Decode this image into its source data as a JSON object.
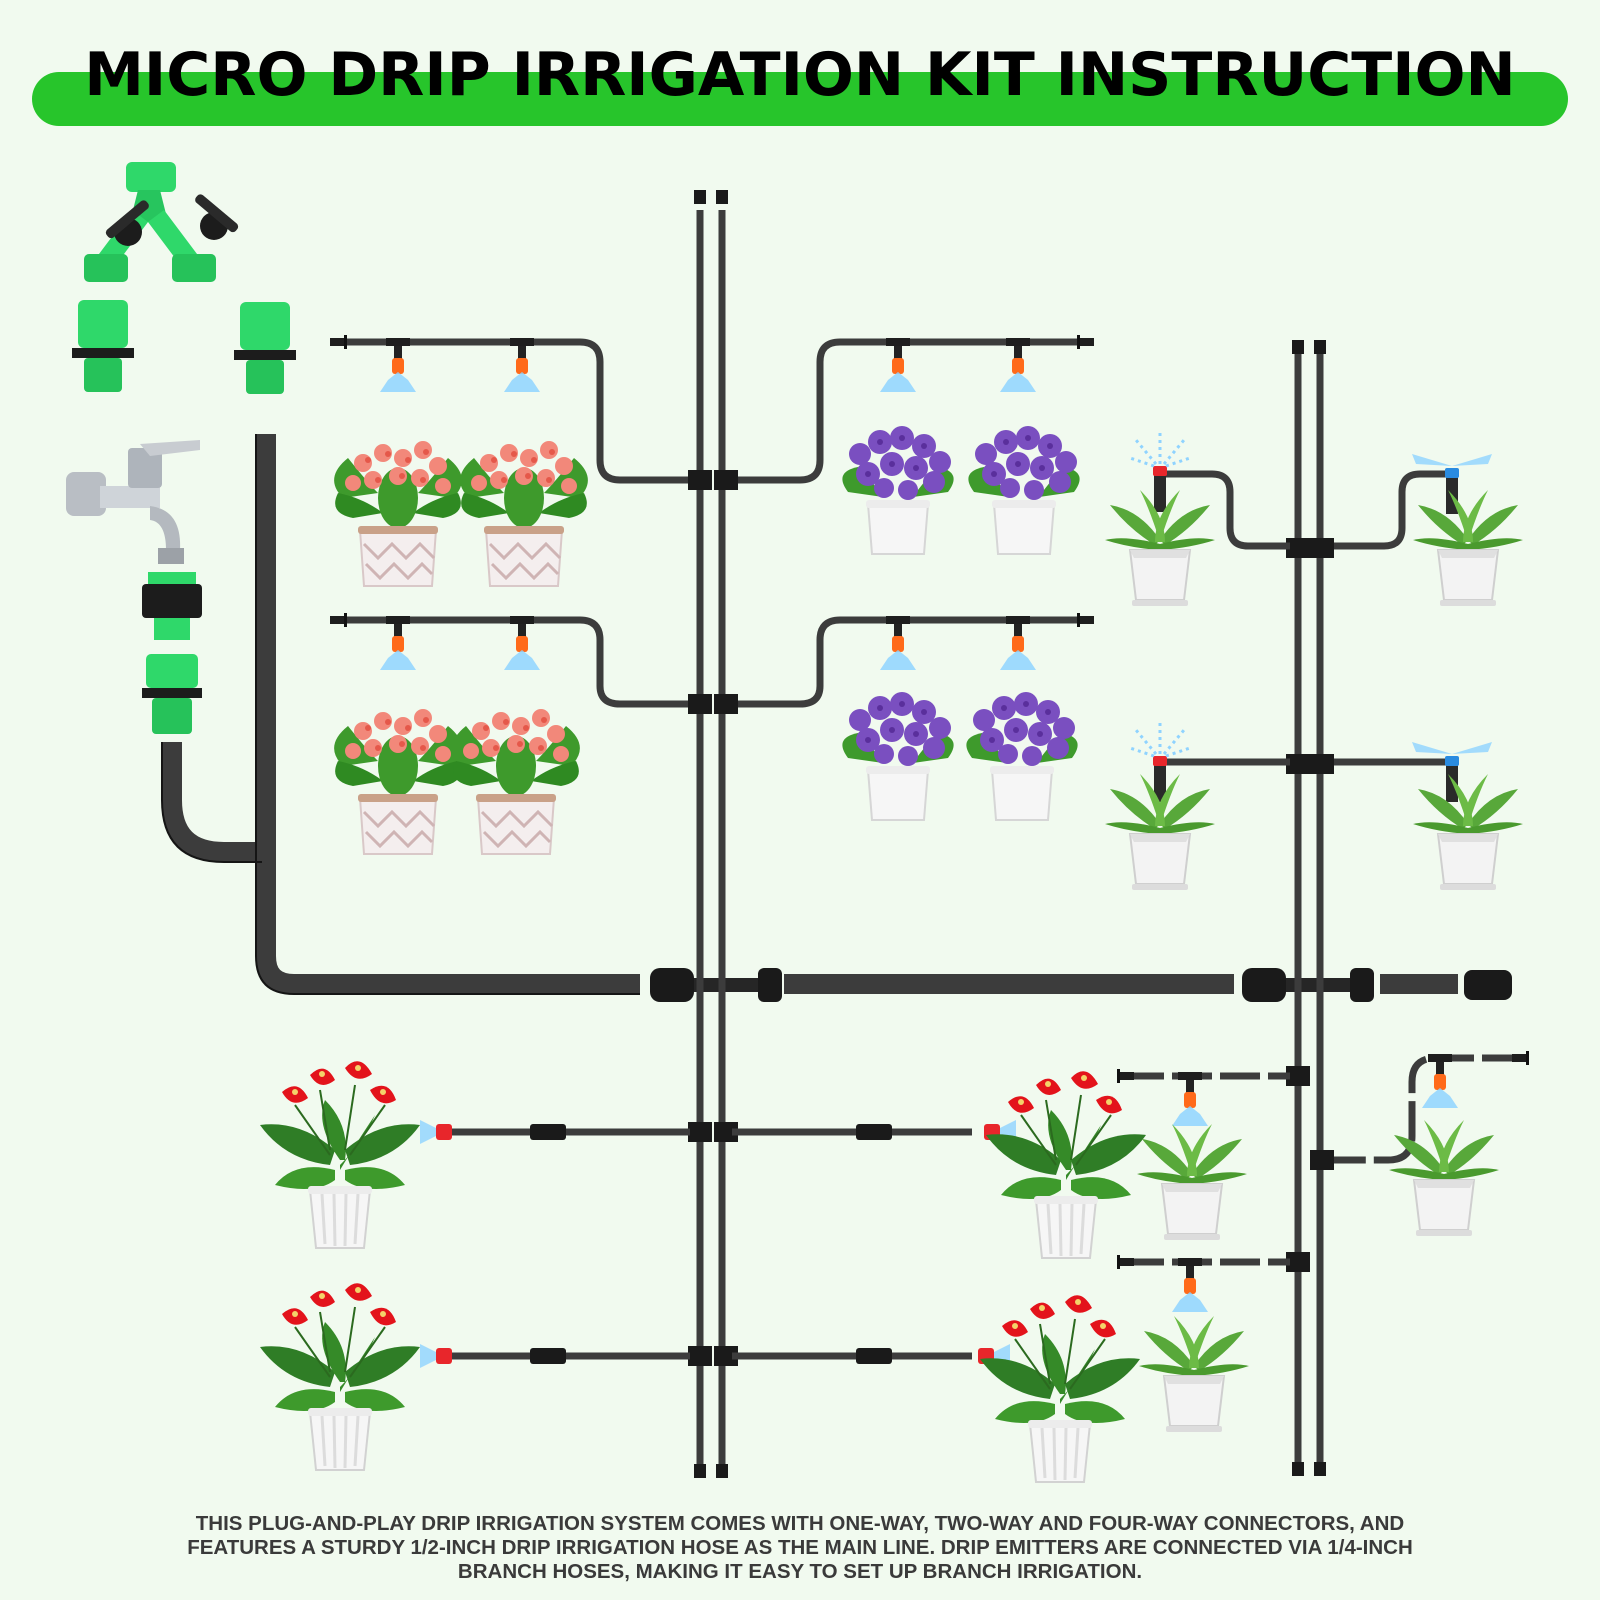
{
  "title": "MICRO DRIP IRRIGATION KIT INSTRUCTION",
  "caption": [
    "THIS PLUG-AND-PLAY DRIP IRRIGATION SYSTEM COMES WITH ONE-WAY, TWO-WAY AND FOUR-WAY CONNECTORS, AND",
    "FEATURES A STURDY 1/2-INCH DRIP IRRIGATION HOSE AS THE MAIN LINE. DRIP EMITTERS ARE CONNECTED VIA 1/4-INCH",
    "BRANCH HOSES, MAKING IT EASY TO SET UP BRANCH IRRIGATION."
  ],
  "colors": {
    "banner_green": "#27c52b",
    "connector_green": "#2fd86a",
    "tube_dark": "#3c3c3c",
    "emitter_orange": "#ff6a1a",
    "emitter_red": "#e8262b",
    "emitter_blue": "#2a8be0",
    "mist_blue": "#8fd3ff",
    "kalanchoe_pink": "#f2887a",
    "campanula_purple": "#7a4fc0",
    "anthurium_red": "#e3131b",
    "leaf_green": "#3e9a2c",
    "pot_white": "#f2f2f2"
  },
  "icons": [
    "two-way-splitter-icon",
    "quick-connector-icon",
    "faucet-icon",
    "tee-connector-icon",
    "drip-emitter-icon",
    "sprinkler-icon",
    "end-plug-icon",
    "kalanchoe-plant-icon",
    "purple-flower-plant-icon",
    "green-plant-icon",
    "anthurium-plant-icon"
  ]
}
